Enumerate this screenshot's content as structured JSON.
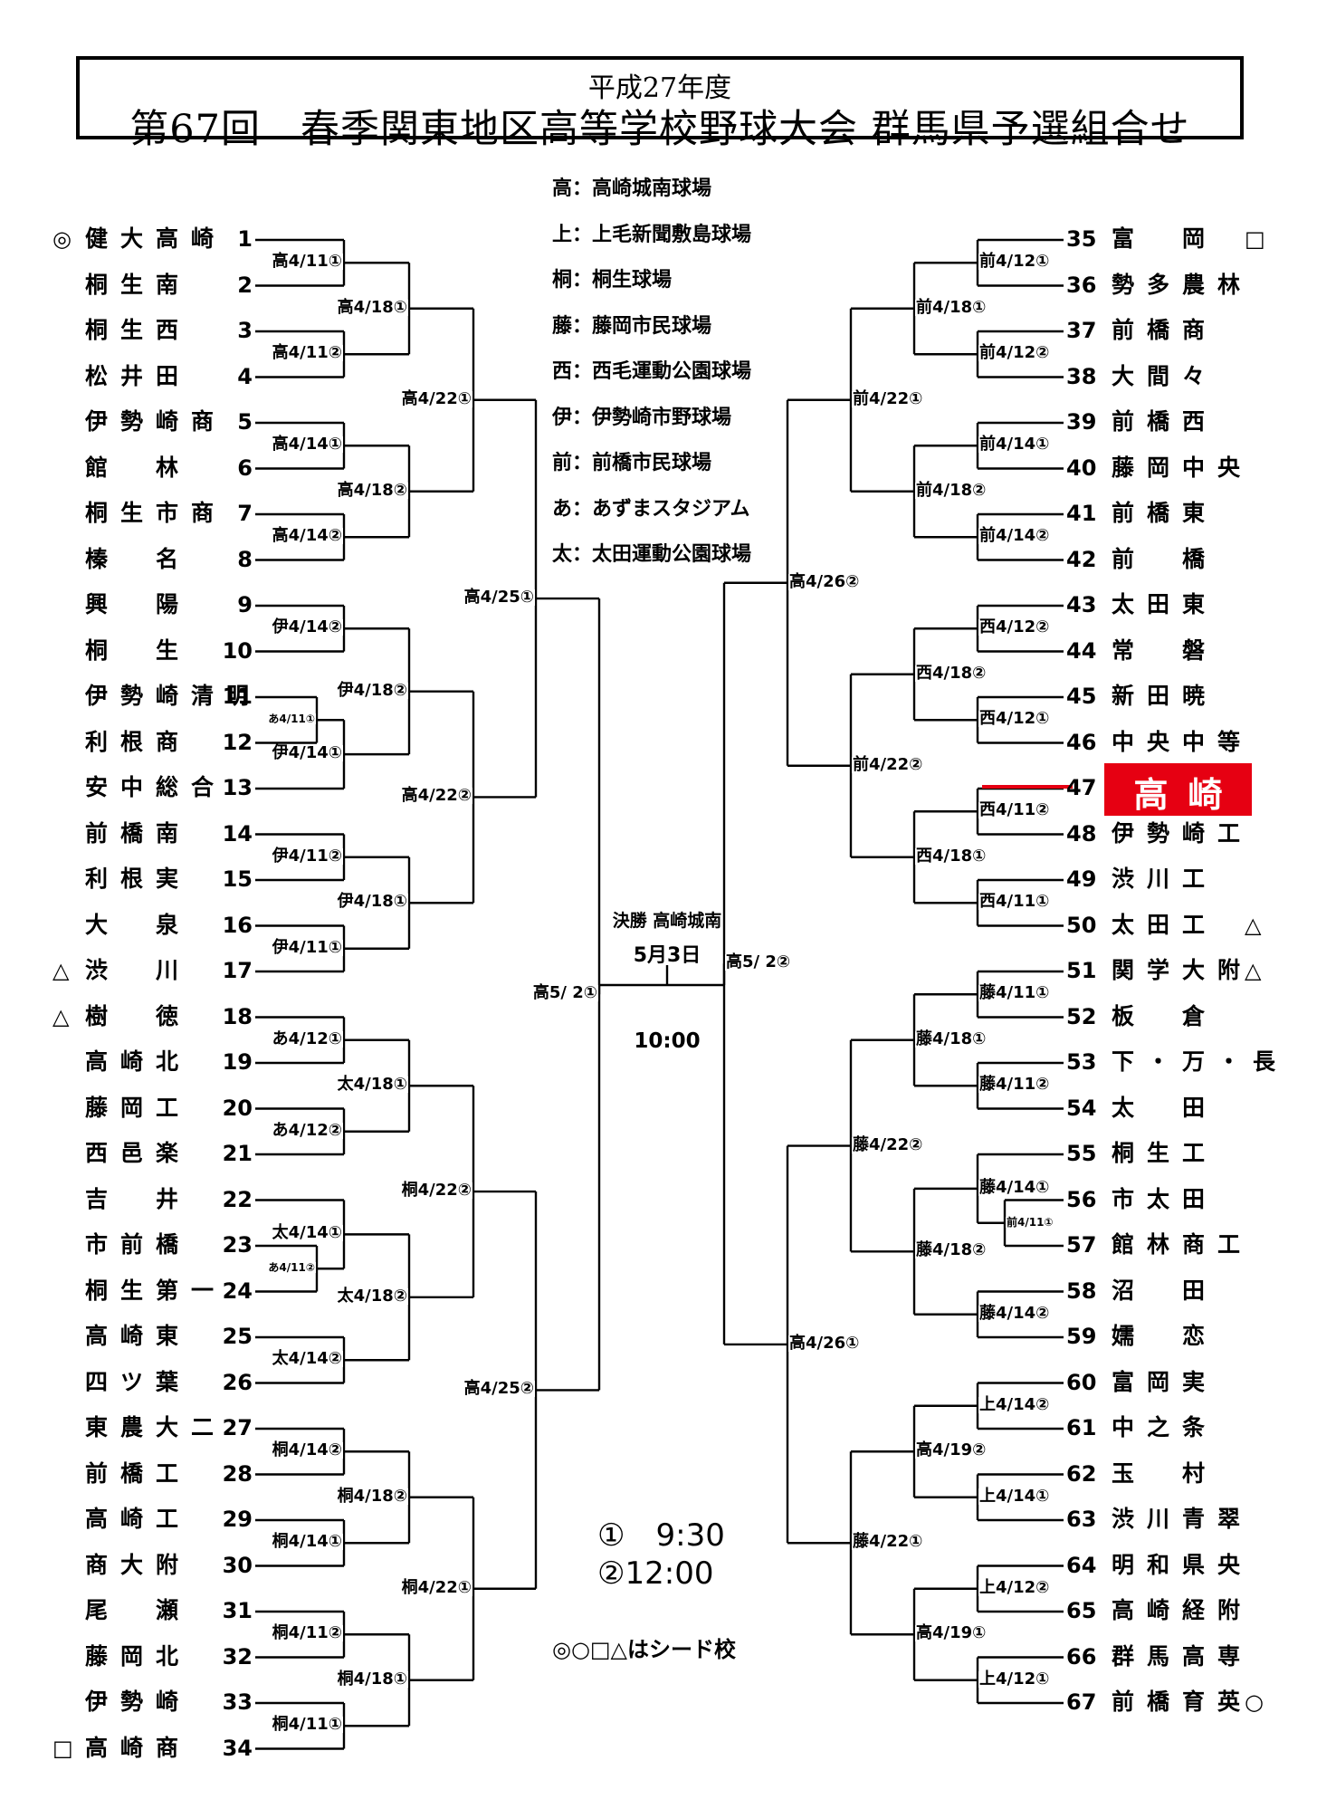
{
  "header": {
    "year": "平成27年度",
    "title": "第67回　春季関東地区高等学校野球大会 群馬県予選組合せ"
  },
  "venues": [
    "高：高崎城南球場",
    "上：上毛新聞敷島球場",
    "桐：桐生球場",
    "藤：藤岡市民球場",
    "西：西毛運動公園球場",
    "伊：伊勢崎市野球場",
    "前：前橋市民球場",
    "あ：あずまスタジアム",
    "太：太田運動公園球場"
  ],
  "left_teams": [
    {
      "num": "1",
      "name": "健大高崎",
      "seed": "◎"
    },
    {
      "num": "2",
      "name": "桐生南",
      "seed": ""
    },
    {
      "num": "3",
      "name": "桐生西",
      "seed": ""
    },
    {
      "num": "4",
      "name": "松井田",
      "seed": ""
    },
    {
      "num": "5",
      "name": "伊勢崎商",
      "seed": ""
    },
    {
      "num": "6",
      "name": "館　林",
      "seed": ""
    },
    {
      "num": "7",
      "name": "桐生市商",
      "seed": ""
    },
    {
      "num": "8",
      "name": "榛　名",
      "seed": ""
    },
    {
      "num": "9",
      "name": "興　陽",
      "seed": ""
    },
    {
      "num": "10",
      "name": "桐　生",
      "seed": ""
    },
    {
      "num": "11",
      "name": "伊勢崎清明",
      "seed": ""
    },
    {
      "num": "12",
      "name": "利根商",
      "seed": ""
    },
    {
      "num": "13",
      "name": "安中総合",
      "seed": ""
    },
    {
      "num": "14",
      "name": "前橋南",
      "seed": ""
    },
    {
      "num": "15",
      "name": "利根実",
      "seed": ""
    },
    {
      "num": "16",
      "name": "大　泉",
      "seed": ""
    },
    {
      "num": "17",
      "name": "渋　川",
      "seed": "△"
    },
    {
      "num": "18",
      "name": "樹　徳",
      "seed": "△"
    },
    {
      "num": "19",
      "name": "高崎北",
      "seed": ""
    },
    {
      "num": "20",
      "name": "藤岡工",
      "seed": ""
    },
    {
      "num": "21",
      "name": "西邑楽",
      "seed": ""
    },
    {
      "num": "22",
      "name": "吉　井",
      "seed": ""
    },
    {
      "num": "23",
      "name": "市前橋",
      "seed": ""
    },
    {
      "num": "24",
      "name": "桐生第一",
      "seed": ""
    },
    {
      "num": "25",
      "name": "高崎東",
      "seed": ""
    },
    {
      "num": "26",
      "name": "四ツ葉",
      "seed": ""
    },
    {
      "num": "27",
      "name": "東農大二",
      "seed": ""
    },
    {
      "num": "28",
      "name": "前橋工",
      "seed": ""
    },
    {
      "num": "29",
      "name": "高崎工",
      "seed": ""
    },
    {
      "num": "30",
      "name": "商大附",
      "seed": ""
    },
    {
      "num": "31",
      "name": "尾　瀬",
      "seed": ""
    },
    {
      "num": "32",
      "name": "藤岡北",
      "seed": ""
    },
    {
      "num": "33",
      "name": "伊勢崎",
      "seed": ""
    },
    {
      "num": "34",
      "name": "高崎商",
      "seed": "□"
    }
  ],
  "right_teams": [
    {
      "num": "35",
      "name": "富　岡",
      "seed": "□"
    },
    {
      "num": "36",
      "name": "勢多農林",
      "seed": ""
    },
    {
      "num": "37",
      "name": "前橋商",
      "seed": ""
    },
    {
      "num": "38",
      "name": "大間々",
      "seed": ""
    },
    {
      "num": "39",
      "name": "前橋西",
      "seed": ""
    },
    {
      "num": "40",
      "name": "藤岡中央",
      "seed": ""
    },
    {
      "num": "41",
      "name": "前橋東",
      "seed": ""
    },
    {
      "num": "42",
      "name": "前　橋",
      "seed": ""
    },
    {
      "num": "43",
      "name": "太田東",
      "seed": ""
    },
    {
      "num": "44",
      "name": "常　磐",
      "seed": ""
    },
    {
      "num": "45",
      "name": "新田暁",
      "seed": ""
    },
    {
      "num": "46",
      "name": "中央中等",
      "seed": ""
    },
    {
      "num": "47",
      "name": "高崎",
      "seed": ""
    },
    {
      "num": "48",
      "name": "伊勢崎工",
      "seed": ""
    },
    {
      "num": "49",
      "name": "渋川工",
      "seed": ""
    },
    {
      "num": "50",
      "name": "太田工",
      "seed": "△"
    },
    {
      "num": "51",
      "name": "関学大附",
      "seed": "△"
    },
    {
      "num": "52",
      "name": "板　倉",
      "seed": ""
    },
    {
      "num": "53",
      "name": "下・万・長",
      "seed": ""
    },
    {
      "num": "54",
      "name": "太　田",
      "seed": ""
    },
    {
      "num": "55",
      "name": "桐生工",
      "seed": ""
    },
    {
      "num": "56",
      "name": "市太田",
      "seed": ""
    },
    {
      "num": "57",
      "name": "館林商工",
      "seed": ""
    },
    {
      "num": "58",
      "name": "沼　田",
      "seed": ""
    },
    {
      "num": "59",
      "name": "嬬　恋",
      "seed": ""
    },
    {
      "num": "60",
      "name": "富岡実",
      "seed": ""
    },
    {
      "num": "61",
      "name": "中之条",
      "seed": ""
    },
    {
      "num": "62",
      "name": "玉　村",
      "seed": ""
    },
    {
      "num": "63",
      "name": "渋川青翠",
      "seed": ""
    },
    {
      "num": "64",
      "name": "明和県央",
      "seed": ""
    },
    {
      "num": "65",
      "name": "高崎経附",
      "seed": ""
    },
    {
      "num": "66",
      "name": "群馬高専",
      "seed": ""
    },
    {
      "num": "67",
      "name": "前橋育英",
      "seed": "○"
    }
  ],
  "left_matches": {
    "r1": [
      "高4/11①",
      "高4/11②",
      "高4/14①",
      "高4/14②",
      "伊4/14②",
      "伊4/14①",
      "伊4/11②",
      "伊4/11①",
      "あ4/12①",
      "あ4/12②",
      "太4/14①",
      "太4/14②",
      "桐4/14②",
      "桐4/14①",
      "桐4/11②",
      "桐4/11①"
    ],
    "pre": [
      "あ4/11①",
      "あ4/11②"
    ],
    "r2": [
      "高4/18①",
      "高4/18②",
      "伊4/18②",
      "伊4/18①",
      "太4/18①",
      "太4/18②",
      "桐4/18②",
      "桐4/18①"
    ],
    "r3": [
      "高4/22①",
      "高4/22②",
      "桐4/22②",
      "桐4/22①"
    ],
    "qf": [
      "高4/25①",
      "高4/25②"
    ],
    "sf": "高5/ 2①"
  },
  "right_matches": {
    "r1": [
      "前4/12①",
      "前4/12②",
      "前4/14①",
      "前4/14②",
      "西4/12②",
      "西4/12①",
      "西4/11②",
      "西4/11①",
      "藤4/11①",
      "藤4/11②",
      "藤4/14①",
      "藤4/14②",
      "上4/14②",
      "上4/14①",
      "上4/12②",
      "上4/12①"
    ],
    "pre": "前4/11①",
    "r2": [
      "前4/18①",
      "前4/18②",
      "西4/18②",
      "西4/18①",
      "藤4/18①",
      "藤4/18②",
      "高4/19②",
      "高4/19①"
    ],
    "r3": [
      "前4/22①",
      "前4/22②",
      "藤4/22②",
      "藤4/22①"
    ],
    "qf": [
      "高4/26②",
      "高4/26①"
    ],
    "sf": "高5/ 2②"
  },
  "final": {
    "label": "決勝 高崎城南",
    "date": "5月3日",
    "time": "10:00"
  },
  "times": {
    "first": "①　9:30",
    "second": "②12:00"
  },
  "seed_note": "◎○□△はシード校",
  "colors": {
    "highlight": "#e60012",
    "line": "#000000"
  }
}
